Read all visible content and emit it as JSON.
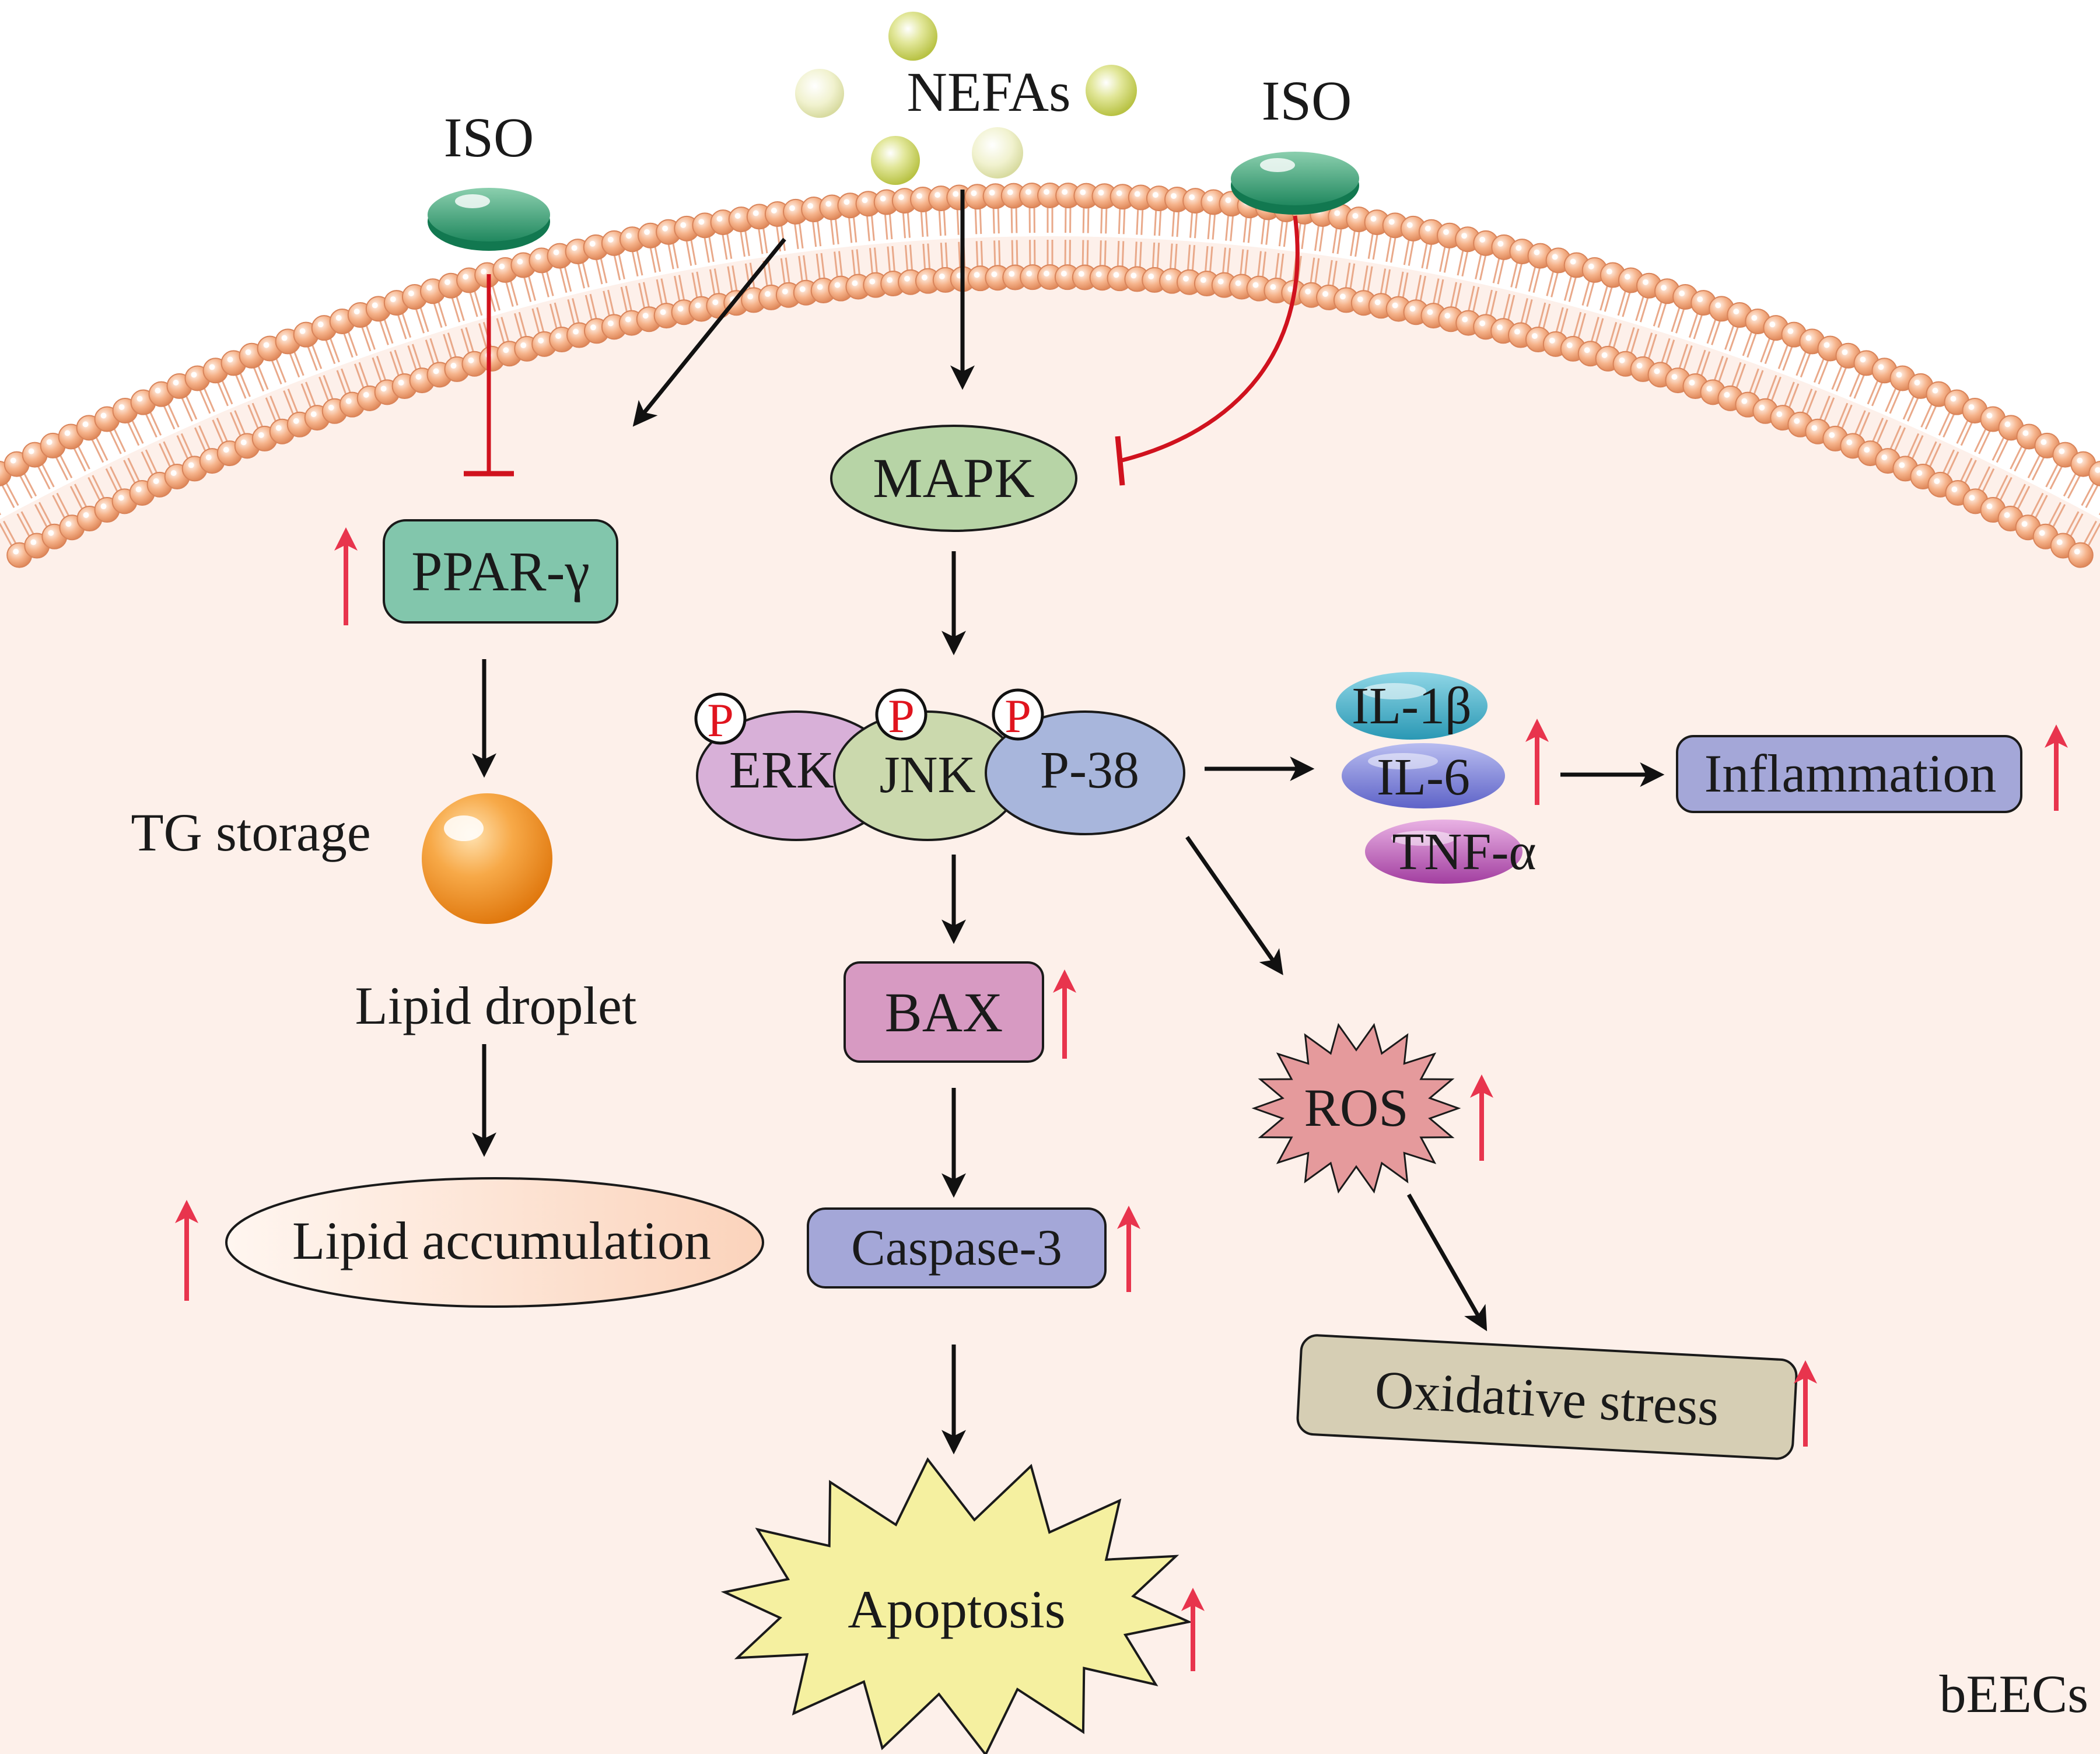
{
  "cell_label": "bEECs",
  "ligand": {
    "nefas_label": "NEFAs",
    "iso_left_label": "ISO",
    "iso_right_label": "ISO"
  },
  "nodes": {
    "mapk": "MAPK",
    "ppar": "PPAR-γ",
    "erk": "ERK",
    "jnk": "JNK",
    "p38": "P-38",
    "phospho": "P",
    "il1b": "IL-1β",
    "il6": "IL-6",
    "tnfa": "TNF-α",
    "inflammation": "Inflammation",
    "tg_storage": "TG storage",
    "lipid_droplet": "Lipid droplet",
    "lipid_accumulation": "Lipid accumulation",
    "bax": "BAX",
    "caspase3": "Caspase-3",
    "apoptosis": "Apoptosis",
    "ros": "ROS",
    "oxidative_stress": "Oxidative stress"
  },
  "colors": {
    "cytoplasm": "#fdf0ea",
    "membrane_head": "#f6b48c",
    "inhibit_red": "#d0121e",
    "up_arrow_red": "#e8344d",
    "iso_green": "#2a9e73",
    "mapk_green": "#b7d4a6",
    "ppar_teal": "#82c6ac",
    "erk_purple": "#d8b0d8",
    "jnk_green": "#cbd9ad",
    "p38_blue": "#a8b6dc",
    "bax_pink": "#d79ac2",
    "caspase_blue": "#a4a7d8",
    "ros_pink": "#e59a9c",
    "apoptosis_yellow": "#f5f0a0",
    "oxidative_tan": "#d6ceb4"
  }
}
